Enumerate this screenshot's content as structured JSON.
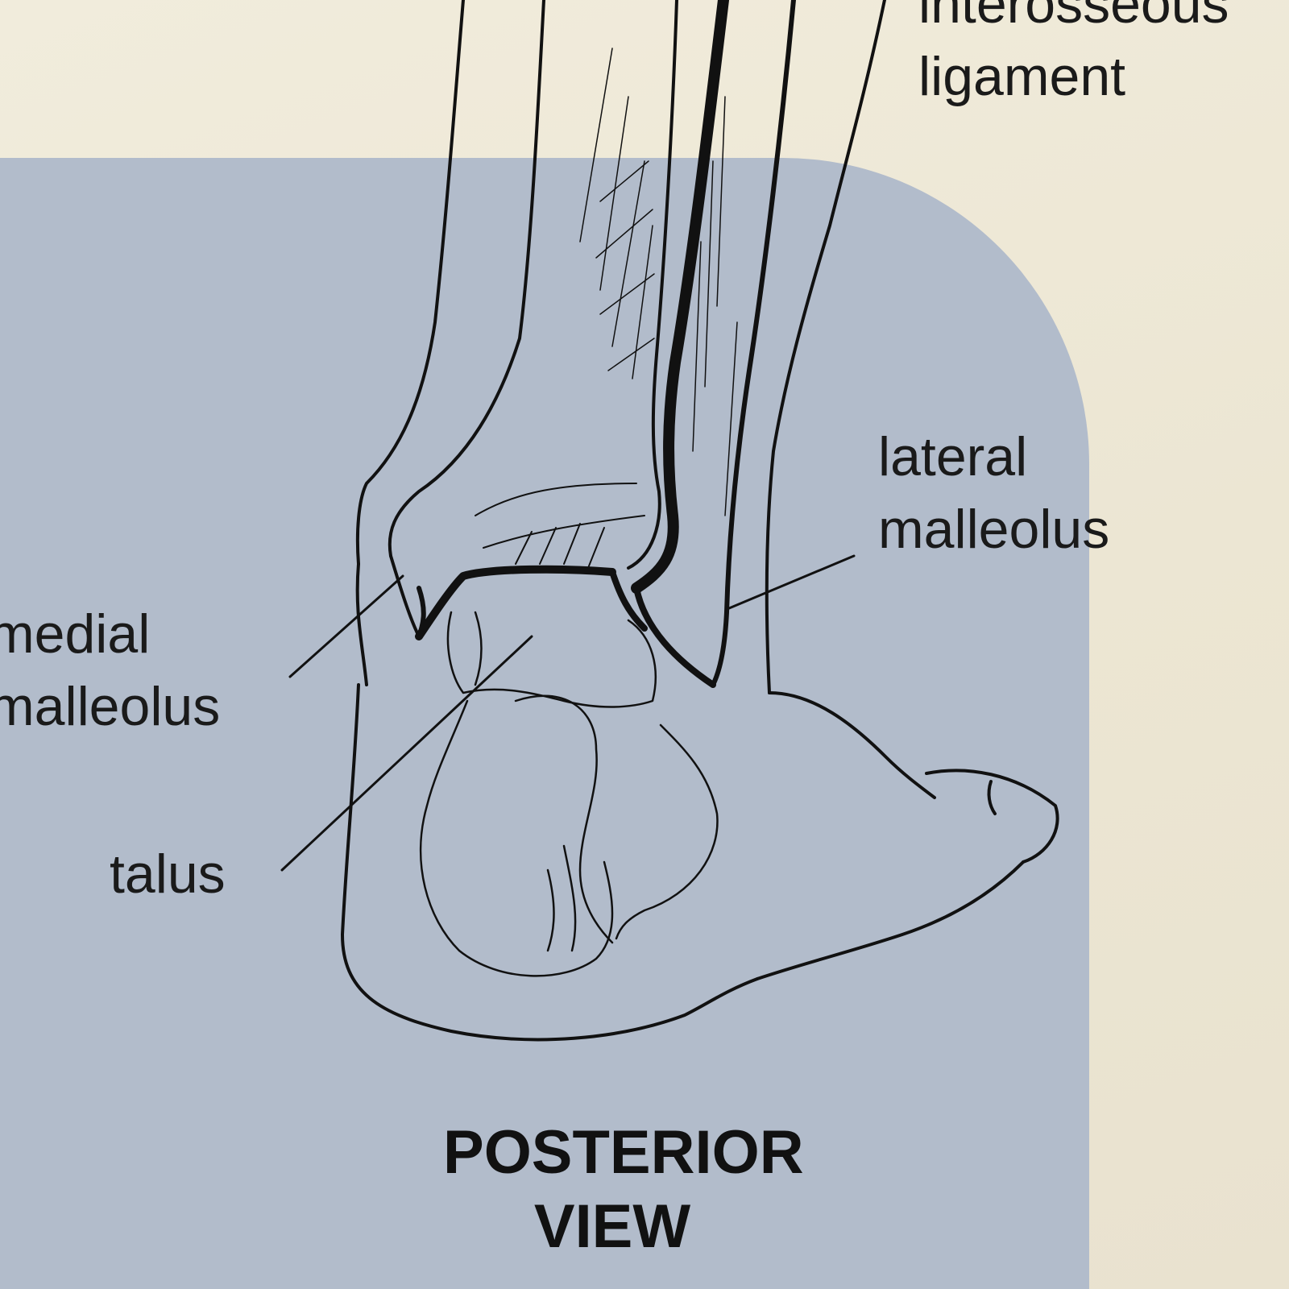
{
  "labels": {
    "interosseous": [
      "interosseous",
      "ligament"
    ],
    "lateral_malleolus": [
      "lateral",
      "malleolus"
    ],
    "medial_malleolus": [
      "medial",
      "malleolus"
    ],
    "talus": "talus"
  },
  "title": [
    "POSTERIOR",
    "VIEW"
  ],
  "colors": {
    "panel": "#b2bccb",
    "paper": "#efe9d8",
    "ink": "#111111"
  }
}
